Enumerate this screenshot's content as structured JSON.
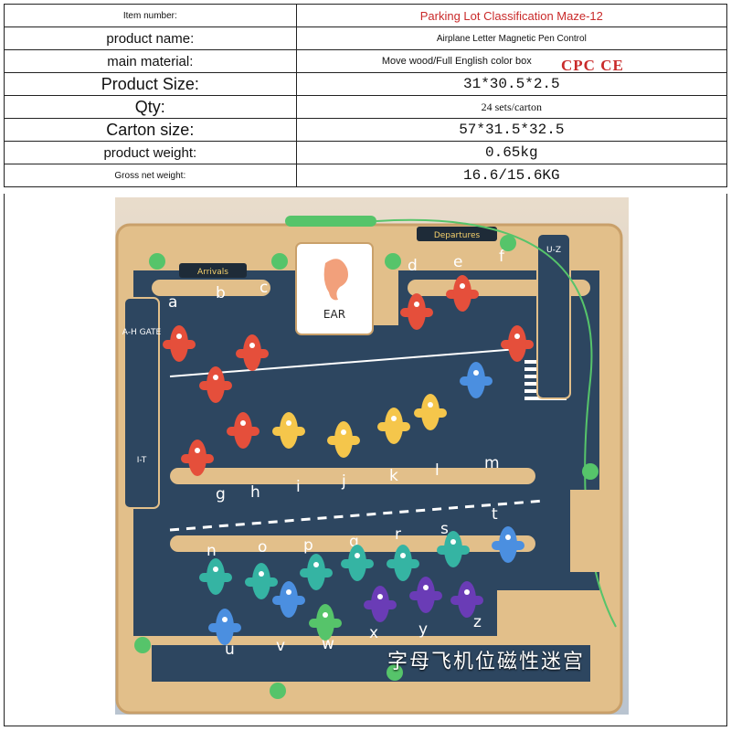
{
  "spec_table": {
    "rows": [
      {
        "label": "Item number:",
        "value": "Parking Lot Classification Maze-12"
      },
      {
        "label": "product name:",
        "value": "Airplane Letter Magnetic Pen Control"
      },
      {
        "label": "main material:",
        "value": "Move wood/Full English color box"
      },
      {
        "label": "Product Size:",
        "value": "31*30.5*2.5"
      },
      {
        "label": "Qty:",
        "value": "24 sets/carton"
      },
      {
        "label": "Carton size:",
        "value": "57*31.5*32.5"
      },
      {
        "label": "product weight:",
        "value": "0.65kg"
      },
      {
        "label": "Gross net weight:",
        "value": "16.6/15.6KG"
      }
    ],
    "certification": "CPC CE"
  },
  "product_image": {
    "arrivals_sign": "Arrivals",
    "departures_sign": "Departures",
    "card_word": "EAR",
    "left_gate_label": "A-H GATE",
    "left_lower_label": "I-T",
    "right_label": "U-Z",
    "slot_letters": [
      "a",
      "b",
      "c",
      "d",
      "e",
      "f",
      "g",
      "h",
      "i",
      "j",
      "k",
      "l",
      "m",
      "n",
      "o",
      "p",
      "q",
      "r",
      "s",
      "t",
      "u",
      "v",
      "w",
      "x",
      "y",
      "z"
    ],
    "caption": "字母飞机位磁性迷宫",
    "colors": {
      "board_wood": "#e2bf8a",
      "tarmac": "#2d4660",
      "magnet_green": "#56c46a",
      "plane_red": "#e54f3b",
      "plane_yellow": "#f5c64b",
      "plane_blue": "#4b8fe0",
      "plane_teal": "#35b4a3",
      "plane_purple": "#6a3cb6",
      "title_red": "#c92a2a"
    }
  }
}
